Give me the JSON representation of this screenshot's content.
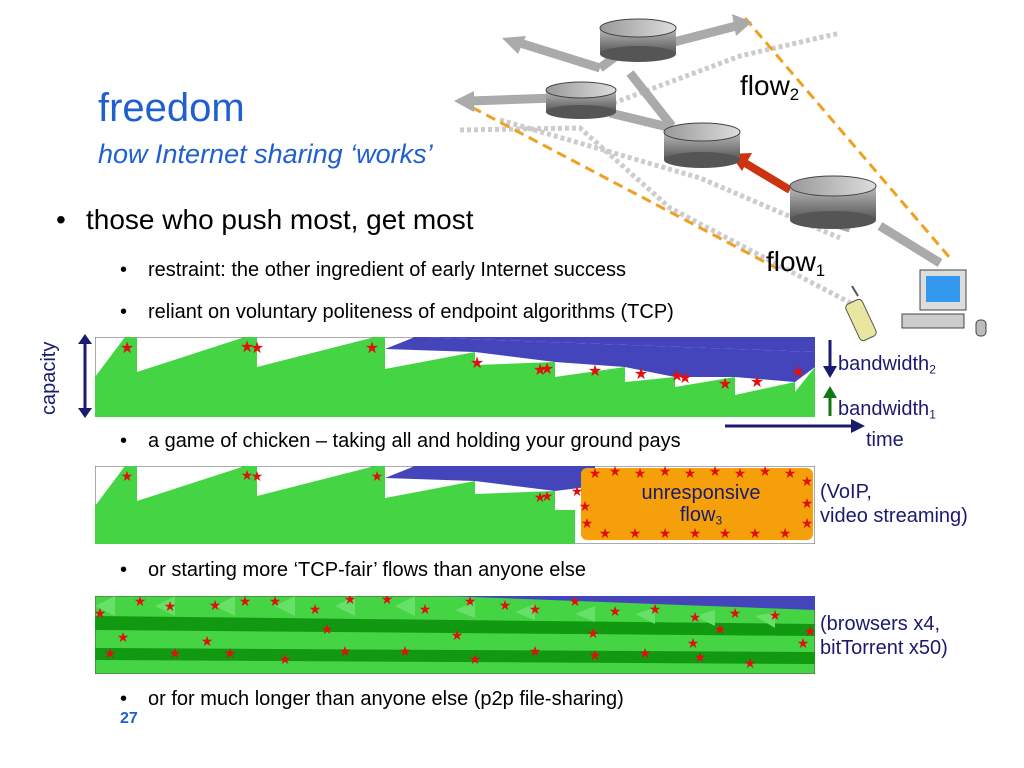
{
  "slide": {
    "title": "freedom",
    "subtitle": "how Internet sharing ‘works’",
    "bullet_main": "those who push most, get most",
    "sub_bullets": [
      "restraint: the other ingredient of early Internet success",
      "reliant on voluntary politeness of endpoint algorithms (TCP)",
      "a game of chicken – taking all and holding your ground pays",
      "or starting more ‘TCP-fair’ flows than anyone else",
      "or for much longer than anyone else (p2p file-sharing)"
    ],
    "bullet_char": "•",
    "slide_number": "27"
  },
  "network": {
    "flow1_label": "flow",
    "flow1_sub": "1",
    "flow2_label": "flow",
    "flow2_sub": "2"
  },
  "diagrams": {
    "capacity_label": "capacity",
    "bandwidth2_label": "bandwidth",
    "bandwidth2_sub": "2",
    "bandwidth1_label": "bandwidth",
    "bandwidth1_sub": "1",
    "time_label": "time",
    "unresponsive_label": "unresponsive",
    "flow3_label": "flow",
    "flow3_sub": "3",
    "voip_line1": "(VoIP,",
    "voip_line2": "video streaming)",
    "browsers_line1": "(browsers x4,",
    "browsers_line2": "bitTorrent x50)"
  },
  "colors": {
    "title_blue": "#1f5fd0",
    "green": "#44d444",
    "dark_green": "#119911",
    "purple_blue": "#4444bb",
    "orange": "#f5a00a",
    "star_red": "#e01010",
    "navy": "#1a1a6e",
    "dash_orange": "#f0a020",
    "router_gray": "#777777"
  }
}
